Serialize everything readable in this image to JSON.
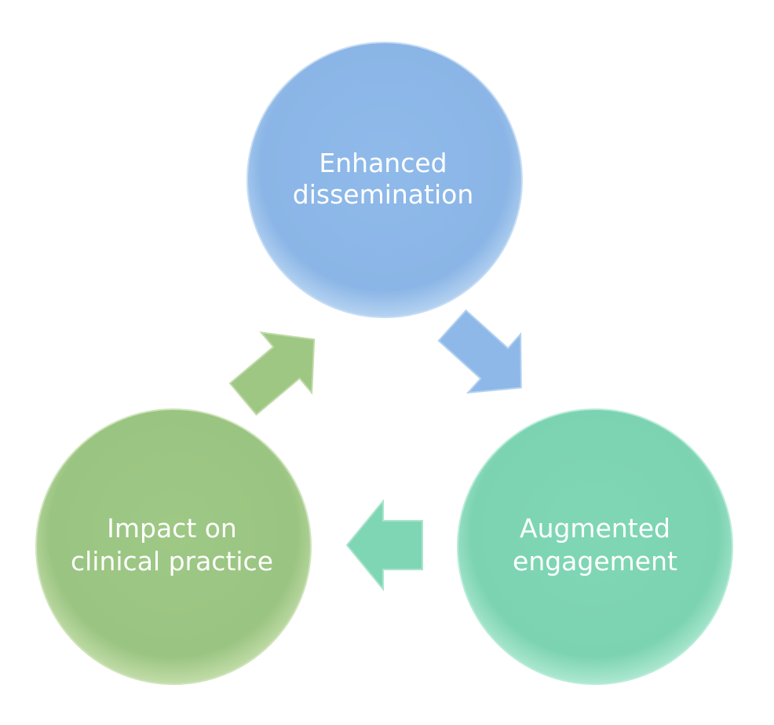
{
  "nodes": [
    {
      "id": "top",
      "lines": [
        "Enhanced",
        "dissemination"
      ],
      "color": "#8db8e8",
      "edge_color": "#a9cbee"
    },
    {
      "id": "right",
      "lines": [
        "Augmented",
        "engagement"
      ],
      "color": "#7fd6b4",
      "edge_color": "#9ee3c8"
    },
    {
      "id": "left",
      "lines": [
        "Impact on",
        "clinical practice"
      ],
      "color": "#9dc783",
      "edge_color": "#b7d79f"
    }
  ],
  "arrows": [
    {
      "from": "top",
      "to": "right",
      "color": "#8db8e8"
    },
    {
      "from": "right",
      "to": "left",
      "color": "#7fd6b4"
    },
    {
      "from": "left",
      "to": "top",
      "color": "#9dc783"
    }
  ]
}
